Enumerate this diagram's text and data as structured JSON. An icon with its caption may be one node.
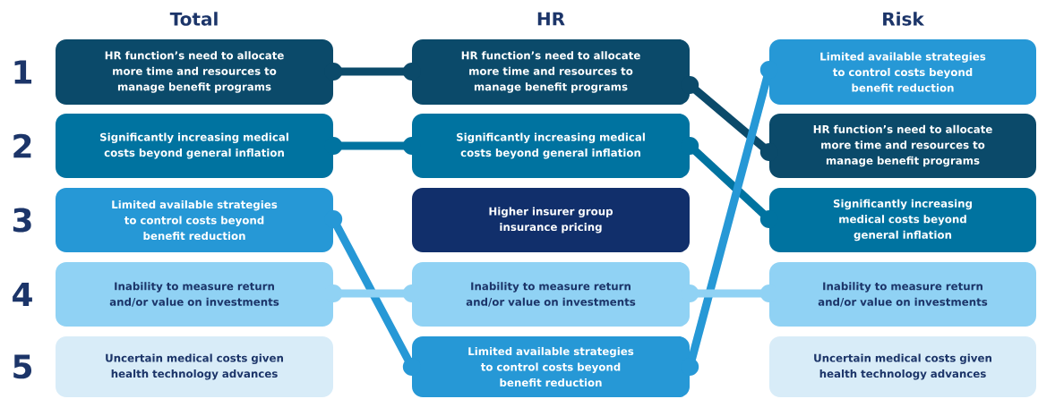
{
  "diagram": {
    "nodes": [
      {
        "text": [
          "HR function’s need to allocate more time and resources to manage benefit programs"
        ]
      },
      {
        "text": [
          "HR function’s need to allocate more time and resources to manage benefit programs"
        ]
      },
      {
        "text": [
          "Limited available strategies to control costs beyond benefit reduction"
        ]
      },
      {
        "text": [
          "Significantly increasing medical costs beyond general inflation"
        ]
      },
      {
        "text": [
          "Significantly increasing medical costs beyond general inflation"
        ]
      },
      {
        "text": [
          "HR function’s need to allocate more time and resources to manage benefit programs"
        ]
      },
      {
        "text": [
          "Limited available strategies to control costs beyond benefit reduction"
        ]
      },
      {
        "text": [
          "Higher insurer group insurance pricing"
        ]
      },
      {
        "text": [
          "Significantly increasing medical costs beyond general inflation"
        ]
      },
      {
        "text": [
          "Inability to measure return and/or value on investments"
        ]
      },
      {
        "text": [
          "Inability to measure return and/or value on investments"
        ]
      },
      {
        "text": [
          "Inability to measure return and/or value on investments"
        ]
      },
      {
        "text": [
          "Uncertain medical costs given health technology advances"
        ]
      },
      {
        "text": [
          "Limited available strategies to control costs beyond benefit reduction"
        ]
      },
      {
        "text": [
          "Uncertain medical costs given health technology advances"
        ]
      }
    ],
    "edges": [
      {
        "from": 0,
        "to": 1,
        "arrow": "other",
        "color": "#0b4a6a"
      },
      {
        "from": 1,
        "to": 5,
        "arrow": "other",
        "color": "#0b4a6a"
      },
      {
        "from": 3,
        "to": 4,
        "arrow": "other",
        "color": "#0073a0"
      },
      {
        "from": 4,
        "to": 8,
        "arrow": "other",
        "color": "#0073a0"
      },
      {
        "from": 6,
        "to": 13,
        "arrow": "other",
        "color": "#2698d6"
      },
      {
        "from": 13,
        "to": 2,
        "arrow": "other",
        "color": "#2698d6"
      },
      {
        "from": 9,
        "to": 10,
        "arrow": "other",
        "color": "#90d2f4"
      },
      {
        "from": 10,
        "to": 11,
        "arrow": "other",
        "color": "#90d2f4"
      }
    ],
    "labels": [
      "Total",
      "HR",
      "Risk",
      "1",
      "2",
      "3",
      "4",
      "5"
    ]
  }
}
